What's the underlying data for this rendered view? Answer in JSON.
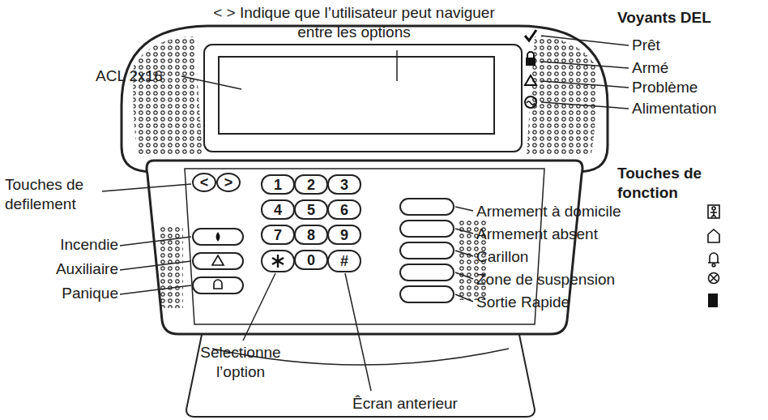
{
  "diagram": {
    "labels": [
      "< > Indique que l’utilisateur peut naviguer entre les options",
      "ACL 2x16",
      "Voyants DEL",
      "Prêt",
      "Armé",
      "Problème",
      "Alimentation",
      "Touches de fonction",
      "Touches de defilement",
      "Incendie",
      "Auxiliaire",
      "Panique",
      "Armement à domicile",
      "Armement absent",
      "Carillon",
      "Zone de suspension",
      "Sortie Rapide",
      "Selectionne l’option",
      "Êcran anterieur",
      "<",
      ">",
      "1",
      "2",
      "3",
      "4",
      "5",
      "6",
      "7",
      "8",
      "9",
      "0",
      "#"
    ]
  }
}
